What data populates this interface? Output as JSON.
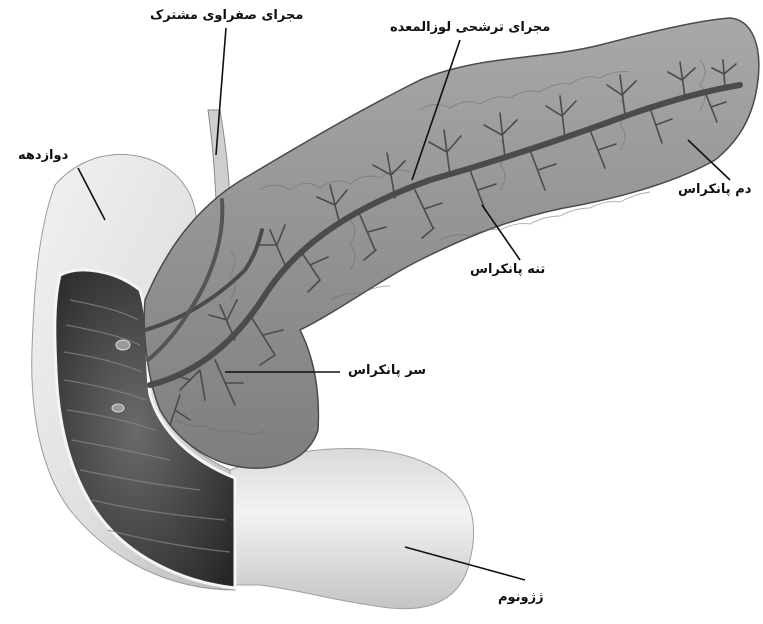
{
  "labels": {
    "common_bile_duct": "مجرای صفراوی مشترک",
    "pancreatic_duct": "مجرای ترشحی لوزالمعده",
    "duodenum": "دوازدهه",
    "pancreas_tail": "دم پانکراس",
    "pancreas_body": "تنه پانکراس",
    "pancreas_head": "سر پانکراس",
    "jejunum": "ژژونوم"
  },
  "colors": {
    "pancreas_fill": "#8f8f8f",
    "pancreas_edge": "#4a4a4a",
    "duct": "#4b4b4b",
    "intestine_light": "#ececec",
    "intestine_shadow": "#bdbdbd",
    "intestine_inner": "#3a3a3a",
    "leader_line": "#111111"
  }
}
